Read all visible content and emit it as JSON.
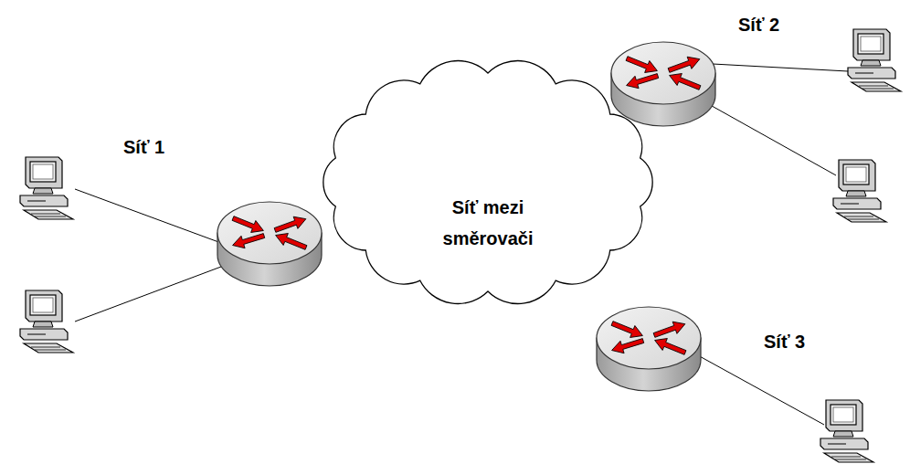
{
  "diagram": {
    "nodes": [
      {
        "text": [
          "Síť mezi směrovači"
        ]
      }
    ],
    "labels": [
      "Síť 2",
      "Síť 1",
      "Síť 3"
    ]
  }
}
